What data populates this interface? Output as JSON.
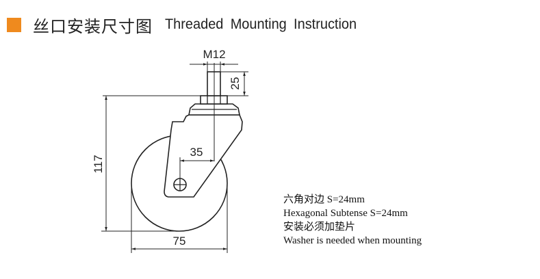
{
  "header": {
    "accent_color": "#ef8a1e",
    "title_cn": "丝口安装尺寸图",
    "title_en": "Threaded Mounting Instruction"
  },
  "diagram": {
    "thread_label": "M12",
    "stem_length": "25",
    "total_height": "117",
    "offset": "35",
    "wheel_diameter": "75"
  },
  "notes": [
    "六角对边 S=24mm",
    "Hexagonal Subtense S=24mm",
    "安装必须加垫片",
    "Washer is needed when mounting"
  ]
}
